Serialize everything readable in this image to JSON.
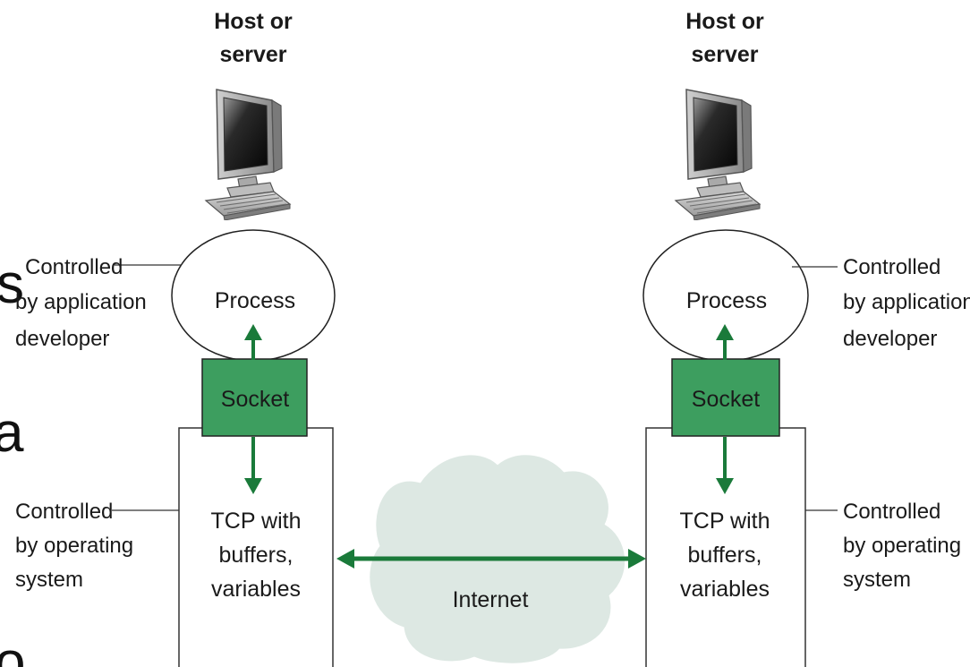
{
  "colors": {
    "socket_fill": "#3d9e5f",
    "arrow": "#1a7a3a",
    "cloud_fill": "#dde8e3"
  },
  "background_fragments": [
    "s",
    "a",
    "o"
  ],
  "left_host": {
    "title_line1": "Host or",
    "title_line2": "server",
    "icon": "desktop-computer-icon",
    "process_label": "Process",
    "socket_label": "Socket",
    "tcp_line1": "TCP with",
    "tcp_line2": "buffers,",
    "tcp_line3": "variables",
    "app_note_line1": "Controlled",
    "app_note_line2": "by application",
    "app_note_line3": "developer",
    "os_note_line1": "Controlled",
    "os_note_line2": "by operating",
    "os_note_line3": "system"
  },
  "right_host": {
    "title_line1": "Host or",
    "title_line2": "server",
    "icon": "desktop-computer-icon",
    "process_label": "Process",
    "socket_label": "Socket",
    "tcp_line1": "TCP with",
    "tcp_line2": "buffers,",
    "tcp_line3": "variables",
    "app_note_line1": "Controlled",
    "app_note_line2": "by application",
    "app_note_line3": "developer",
    "os_note_line1": "Controlled",
    "os_note_line2": "by operating",
    "os_note_line3": "system"
  },
  "network": {
    "label": "Internet",
    "icon": "cloud-icon"
  }
}
